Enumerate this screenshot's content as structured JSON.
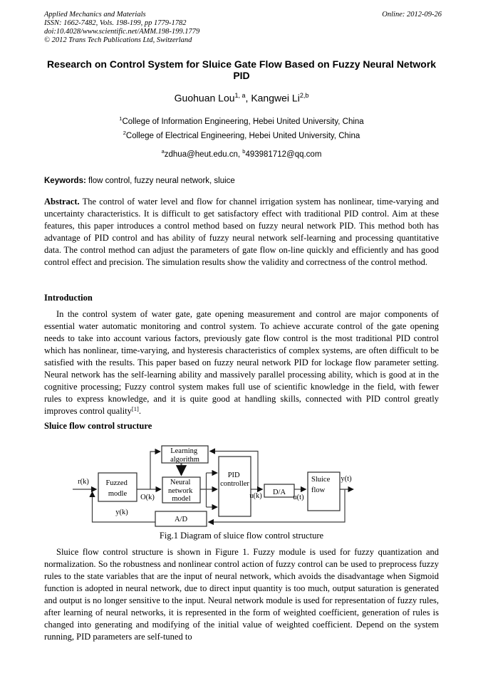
{
  "colors": {
    "text": "#000000",
    "background": "#ffffff",
    "figure_lines": "#3f3f3f"
  },
  "header": {
    "journal": "Applied Mechanics and Materials",
    "issn": "ISSN: 1662-7482, Vols. 198-199, pp 1779-1782",
    "doi": "doi:10.4028/www.scientific.net/AMM.198-199.1779",
    "copyright": "© 2012 Trans Tech Publications Ltd, Switzerland",
    "online": "Online: 2012-09-26"
  },
  "title": "Research on Control System for Sluice Gate Flow Based on Fuzzy Neural Network PID",
  "authors": {
    "name1": "Guohuan Lou",
    "sup1": "1, a",
    "separator": ", ",
    "name2": "Kangwei Li",
    "sup2": "2,b"
  },
  "affiliations": [
    {
      "sup": "1",
      "text": "College of Information Engineering, Hebei United University, China"
    },
    {
      "sup": "2",
      "text": "College of Electrical Engineering, Hebei United University, China"
    }
  ],
  "emails": {
    "sup_a": "a",
    "email_a": "zdhua@heut.edu.cn,",
    "sup_b": "b",
    "email_b": "493981712@qq.com"
  },
  "keywords": {
    "label": "Keywords:",
    "text": "flow control, fuzzy neural network, sluice"
  },
  "abstract": {
    "label": "Abstract.",
    "text": "The control of water level and flow for channel irrigation system has nonlinear, time-varying and uncertainty characteristics. It is difficult to get satisfactory effect with traditional PID control. Aim at these features, this paper introduces a control method based on fuzzy neural network PID. This method both has advantage of PID control and has ability of fuzzy neural network self-learning and processing quantitative data. The control method can adjust the parameters of gate flow on-line quickly and efficiently and has good control effect and precision. The simulation results show the validity and correctness of the control method."
  },
  "introduction": {
    "heading": "Introduction",
    "body": "In the control system of water gate, gate opening measurement and control are major components of essential water automatic monitoring and control system. To achieve accurate control of the gate opening needs to take into account various factors, previously gate flow control is the most traditional PID control which has nonlinear, time-varying, and hysteresis characteristics of complex systems, are often difficult to be satisfied with the results. This paper based on fuzzy neural network PID for lockage flow parameter setting. Neural network has the self-learning ability and massively parallel processing ability, which is good at in the cognitive processing; Fuzzy control system makes full use of scientific knowledge in the field, with fewer rules to express knowledge, and it is quite good at handling skills, connected with PID control greatly improves control quality",
    "citation": "[1]",
    "period": "."
  },
  "structure_section": {
    "heading": "Sluice flow control structure",
    "paragraph": "Sluice flow control structure is shown in Figure 1. Fuzzy module is used for fuzzy quantization and normalization. So the robustness and nonlinear control action of fuzzy control can be used to preprocess fuzzy rules to the state variables that are the input of neural network, which avoids the disadvantage when Sigmoid function is adopted in neural network, due to direct input quantity is too much, output saturation is generated and output is no longer sensitive to the input. Neural network module is used for representation of fuzzy rules, after learning of neural networks, it is represented in the form of weighted coefficient, generation of rules is changed into generating and modifying of the initial value of weighted coefficient. Depend on the system running, PID parameters are self-tuned to"
  },
  "figure": {
    "caption": "Fig.1 Diagram of sluice flow control structure",
    "boxes": {
      "learning": [
        "Learning",
        "algorithm"
      ],
      "fuzzy": [
        "Fuzzed",
        "modle"
      ],
      "neural": [
        "Neural",
        "network",
        "model"
      ],
      "pid": [
        "PID",
        "controller"
      ],
      "da": "D/A",
      "sluice": [
        "Sluice",
        "flow"
      ],
      "ad": "A/D"
    },
    "signals": {
      "rk": "r(k)",
      "ok": "O(k)",
      "yk": "y(k)",
      "uk": "u(k)",
      "ut": "u(t)",
      "yt": "y(t)"
    }
  }
}
